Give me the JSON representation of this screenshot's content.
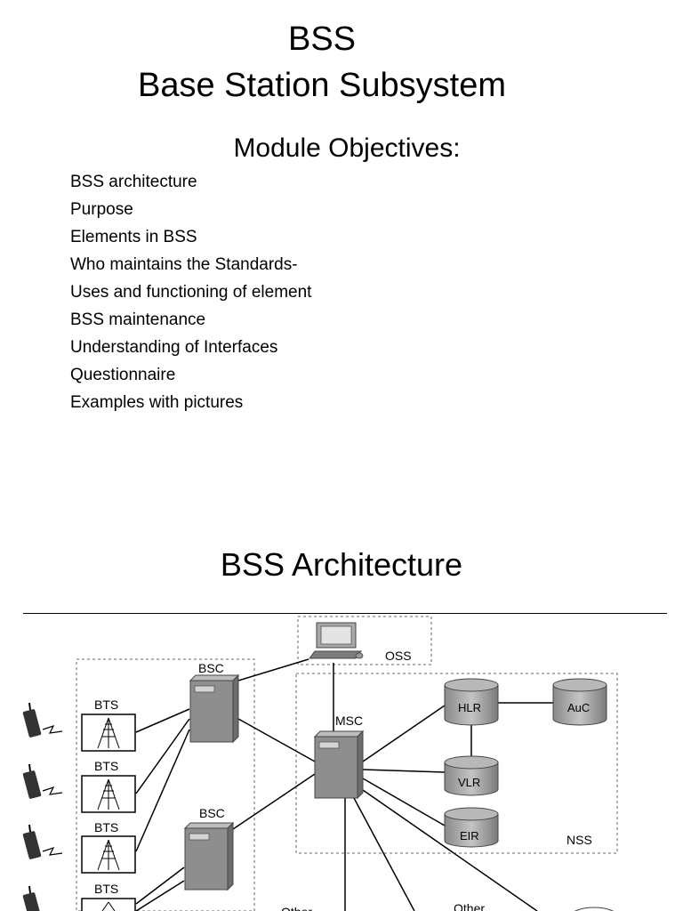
{
  "header": {
    "line1": "BSS",
    "line2": "Base Station Subsystem"
  },
  "module": {
    "heading": "Module Objectives:",
    "items": [
      "BSS architecture",
      "Purpose",
      "Elements in BSS",
      "Who maintains the Standards-",
      "Uses and functioning of element",
      "BSS maintenance",
      "Understanding of Interfaces",
      "Questionnaire",
      "Examples with pictures"
    ]
  },
  "architecture": {
    "title": "BSS Architecture",
    "labels": {
      "bts": "BTS",
      "bsc": "BSC",
      "msc": "MSC",
      "oss": "OSS",
      "hlr": "HLR",
      "auc": "AuC",
      "vlr": "VLR",
      "eir": "EIR",
      "nss": "NSS",
      "other": "Other"
    }
  }
}
